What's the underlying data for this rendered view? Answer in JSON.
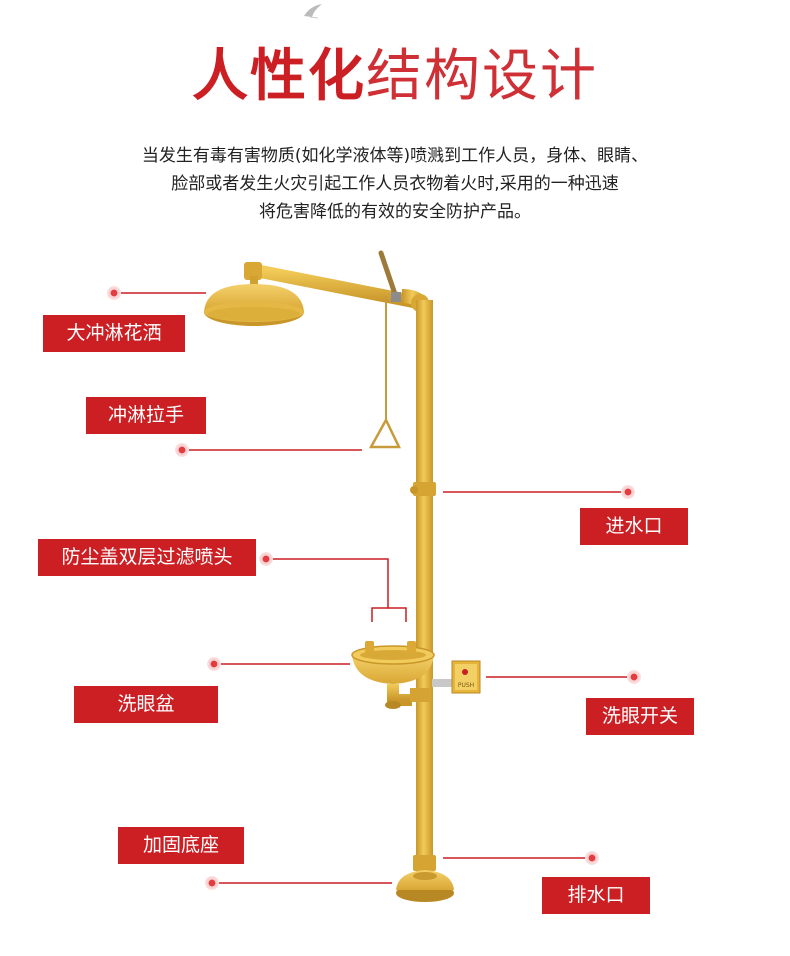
{
  "title": {
    "bold": "人性化",
    "light": "结构设计"
  },
  "description": [
    "当发生有毒有害物质(如化学液体等)喷溅到工作人员，身体、眼睛、",
    "脸部或者发生火灾引起工作人员衣物着火时,采用的一种迅速",
    "将危害降低的有效的安全防护产品。"
  ],
  "labels": {
    "shower_head": "大冲淋花洒",
    "pull_handle": "冲淋拉手",
    "water_inlet": "进水口",
    "dust_cover_nozzle": "防尘盖双层过滤喷头",
    "eyewash_bowl": "洗眼盆",
    "eyewash_switch": "洗眼开关",
    "base": "加固底座",
    "drain": "排水口"
  },
  "push_plate_text": "PUSH",
  "colors": {
    "accent_red": "#cc1f24",
    "equipment_yellow": "#e8b83c",
    "equipment_shade": "#c9962a",
    "text": "#222222",
    "dot_outer": "#f7c9ca"
  }
}
